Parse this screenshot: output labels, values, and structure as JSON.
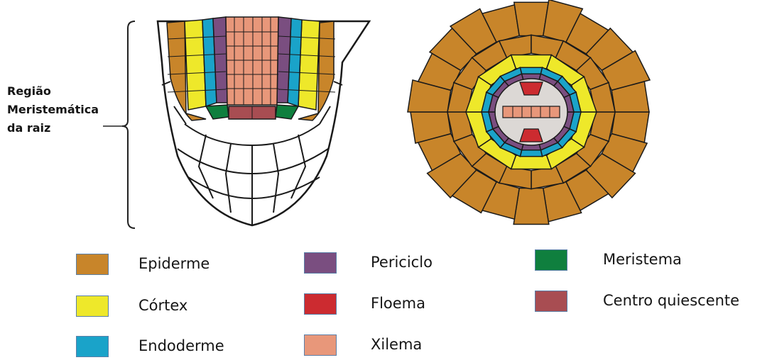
{
  "region_label": {
    "line1": "Região",
    "line2": "Meristemática",
    "line3": "da raiz"
  },
  "tissues": {
    "epiderme": {
      "label": "Epiderme",
      "color": "#C8852A"
    },
    "cortex": {
      "label": "Córtex",
      "color": "#EEE82A"
    },
    "endoderme": {
      "label": "Endoderme",
      "color": "#1AA3C9"
    },
    "periciclo": {
      "label": "Periciclo",
      "color": "#7A4E80"
    },
    "floema": {
      "label": "Floema",
      "color": "#CC2B30"
    },
    "xilema": {
      "label": "Xilema",
      "color": "#E8977A"
    },
    "meristema": {
      "label": "Meristema",
      "color": "#0F7F3E"
    },
    "centro_quiescente": {
      "label": "Centro quiescente",
      "color": "#A84D52"
    }
  },
  "xylem_interior_color": "#DCD8D5",
  "outline_color": "#1A1A1A"
}
